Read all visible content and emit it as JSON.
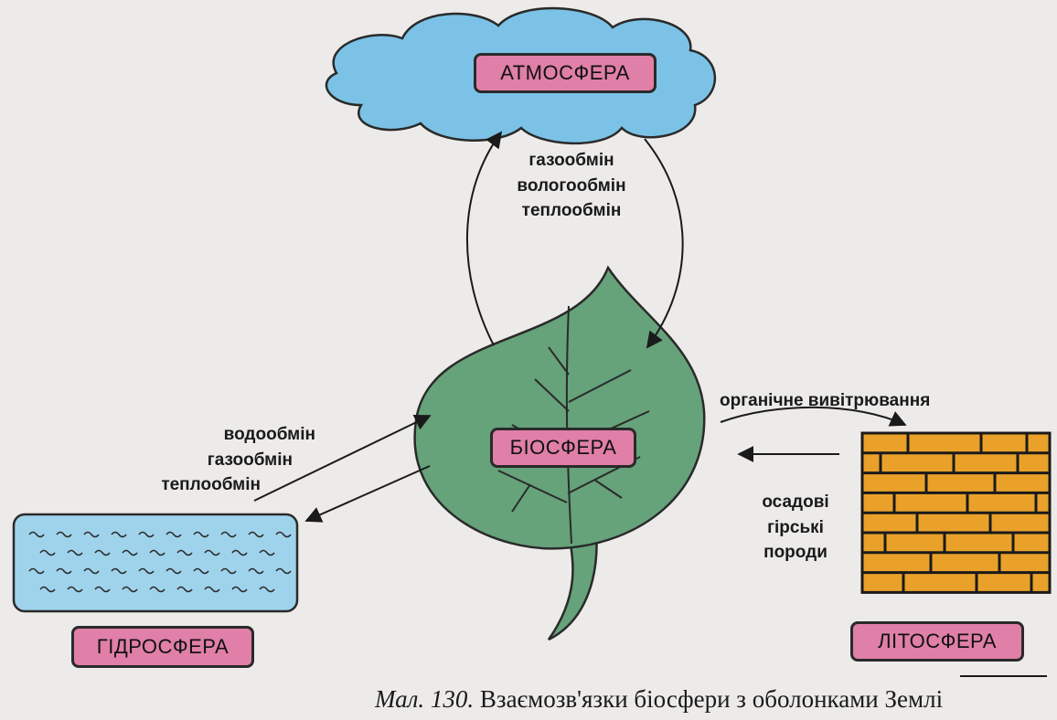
{
  "spheres": {
    "atmosphere": "АТМОСФЕРА",
    "biosphere": "БІОСФЕРА",
    "hydrosphere": "ГІДРОСФЕРА",
    "lithosphere": "ЛІТОСФЕРА"
  },
  "exchanges": {
    "atmosphere": [
      "газообмін",
      "вологообмін",
      "теплообмін"
    ],
    "hydrosphere": [
      "водообмін",
      "газообмін",
      "теплообмін"
    ],
    "lithosphere_out": "органічне вивітрювання",
    "lithosphere_in": [
      "осадові",
      "гірські",
      "породи"
    ]
  },
  "caption": {
    "number": "Мал. 130.",
    "text": "Взаємозв'язки біосфери з оболонками Землі"
  },
  "colors": {
    "cloud": "#7bc2e6",
    "water": "#9fd3ec",
    "leaf": "#66a27a",
    "brick": "#e9a12a",
    "label": "#e07fa8"
  }
}
